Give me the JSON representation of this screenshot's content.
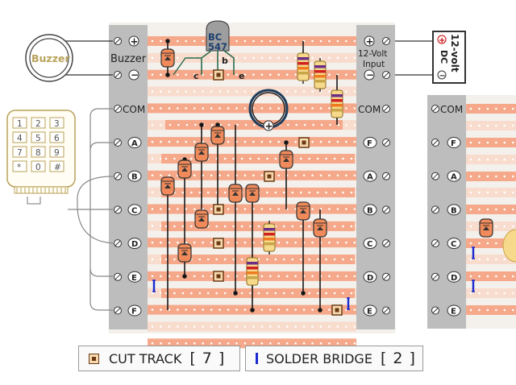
{
  "buzzer": {
    "label": "Buzzer"
  },
  "power": {
    "polarity_plus": "+",
    "polarity_minus": "−",
    "line1": "12-volt",
    "line2": "DC"
  },
  "transistor": {
    "line1": "BC",
    "line2": "547",
    "pin_b": "b",
    "pin_c": "c",
    "pin_e": "e"
  },
  "board_labels": {
    "buzzer": "Buzzer",
    "input_line1": "12-Volt",
    "input_line2": "Input",
    "com": "COM",
    "plus": "+",
    "minus": "−"
  },
  "keypad": {
    "keys": [
      "1",
      "2",
      "3",
      "4",
      "5",
      "6",
      "7",
      "8",
      "9",
      "*",
      "0",
      "#"
    ]
  },
  "left_rail": [
    "A",
    "B",
    "C",
    "D",
    "E",
    "F"
  ],
  "middle_rail": [
    "F",
    "A",
    "B",
    "C",
    "D",
    "E"
  ],
  "right_rail": [
    "F",
    "A",
    "B",
    "C",
    "D",
    "E"
  ],
  "legend": {
    "cut_label": "CUT TRACK",
    "cut_count": "[ 7 ]",
    "bridge_label": "SOLDER BRIDGE",
    "bridge_count": "[ 2 ]"
  },
  "colors": {
    "track": "#f5a98a",
    "track_hole": "#ffffff",
    "rail": "#bdbdbd",
    "diode": "#f08a5a",
    "bridge": "#1a2ad0",
    "cut": "#6b3a12"
  }
}
